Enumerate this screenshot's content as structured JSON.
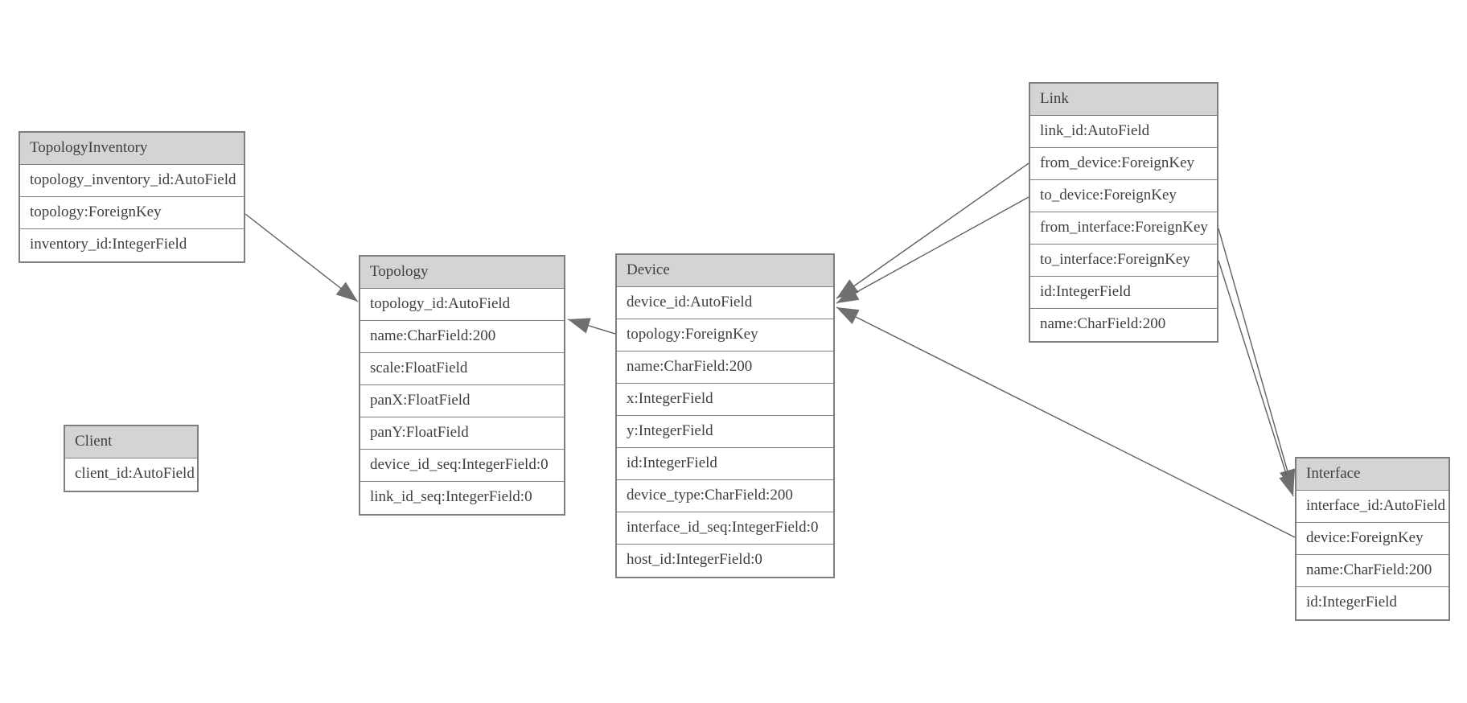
{
  "diagram": {
    "type": "entity-relationship-model",
    "colors": {
      "table_header_fill": "#d4d4d4",
      "table_border": "#7e7e7e",
      "text": "#3f3f3f",
      "relation_line": "#606060",
      "arrowhead_fill": "#6f6f6f",
      "background": "#ffffff"
    },
    "tables": [
      {
        "name": "TopologyInventory",
        "fields": [
          "topology_inventory_id:AutoField",
          "topology:ForeignKey",
          "inventory_id:IntegerField"
        ]
      },
      {
        "name": "Topology",
        "fields": [
          "topology_id:AutoField",
          "name:CharField:200",
          "scale:FloatField",
          "panX:FloatField",
          "panY:FloatField",
          "device_id_seq:IntegerField:0",
          "link_id_seq:IntegerField:0"
        ]
      },
      {
        "name": "Client",
        "fields": [
          "client_id:AutoField"
        ]
      },
      {
        "name": "Device",
        "fields": [
          "device_id:AutoField",
          "topology:ForeignKey",
          "name:CharField:200",
          "x:IntegerField",
          "y:IntegerField",
          "id:IntegerField",
          "device_type:CharField:200",
          "interface_id_seq:IntegerField:0",
          "host_id:IntegerField:0"
        ]
      },
      {
        "name": "Link",
        "fields": [
          "link_id:AutoField",
          "from_device:ForeignKey",
          "to_device:ForeignKey",
          "from_interface:ForeignKey",
          "to_interface:ForeignKey",
          "id:IntegerField",
          "name:CharField:200"
        ]
      },
      {
        "name": "Interface",
        "fields": [
          "interface_id:AutoField",
          "device:ForeignKey",
          "name:CharField:200",
          "id:IntegerField"
        ]
      }
    ],
    "relations": [
      {
        "from": "TopologyInventory.topology",
        "to": "Topology"
      },
      {
        "from": "Device.topology",
        "to": "Topology"
      },
      {
        "from": "Link.from_device",
        "to": "Device"
      },
      {
        "from": "Link.to_device",
        "to": "Device"
      },
      {
        "from": "Link.from_interface",
        "to": "Interface"
      },
      {
        "from": "Link.to_interface",
        "to": "Interface"
      },
      {
        "from": "Interface.device",
        "to": "Device"
      }
    ]
  }
}
